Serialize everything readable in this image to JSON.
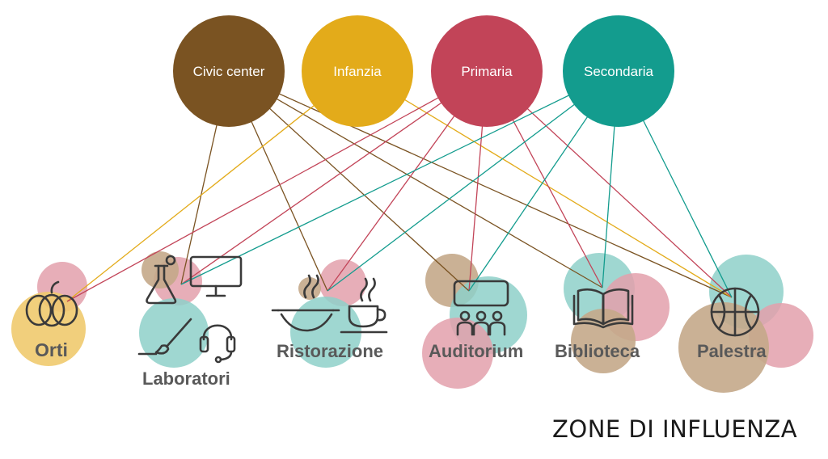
{
  "colors": {
    "civic": "#7a5322",
    "infanzia": "#e3ab1a",
    "primaria": "#c24458",
    "secondaria": "#139c8e",
    "pink_blob": "#e3a0ab",
    "teal_blob": "#8ed0c9",
    "tan_blob": "#c4a98a",
    "yellow_blob": "#efca6e",
    "label_gray": "#595959",
    "icon_stroke": "#3a3a3a"
  },
  "hubs": [
    {
      "id": "civic",
      "label": "Civic center"
    },
    {
      "id": "infanzia",
      "label": "Infanzia"
    },
    {
      "id": "primaria",
      "label": "Primaria"
    },
    {
      "id": "secondaria",
      "label": "Secondaria"
    }
  ],
  "zones": [
    {
      "id": "orti",
      "label": "Orti",
      "icon": "pumpkin-icon"
    },
    {
      "id": "laboratori",
      "label": "Laboratori",
      "icon": "lab-flask-icon"
    },
    {
      "id": "ristorazione",
      "label": "Ristorazione",
      "icon": "food-bowl-icon"
    },
    {
      "id": "auditorium",
      "label": "Auditorium",
      "icon": "audience-icon"
    },
    {
      "id": "biblioteca",
      "label": "Biblioteca",
      "icon": "open-book-icon"
    },
    {
      "id": "palestra",
      "label": "Palestra",
      "icon": "basketball-icon"
    }
  ],
  "links": [
    {
      "from": "civic",
      "to": "laboratori"
    },
    {
      "from": "civic",
      "to": "ristorazione"
    },
    {
      "from": "civic",
      "to": "auditorium"
    },
    {
      "from": "civic",
      "to": "biblioteca"
    },
    {
      "from": "civic",
      "to": "palestra"
    },
    {
      "from": "infanzia",
      "to": "orti"
    },
    {
      "from": "infanzia",
      "to": "palestra"
    },
    {
      "from": "primaria",
      "to": "orti"
    },
    {
      "from": "primaria",
      "to": "laboratori"
    },
    {
      "from": "primaria",
      "to": "ristorazione"
    },
    {
      "from": "primaria",
      "to": "auditorium"
    },
    {
      "from": "primaria",
      "to": "biblioteca"
    },
    {
      "from": "primaria",
      "to": "palestra"
    },
    {
      "from": "secondaria",
      "to": "laboratori"
    },
    {
      "from": "secondaria",
      "to": "ristorazione"
    },
    {
      "from": "secondaria",
      "to": "auditorium"
    },
    {
      "from": "secondaria",
      "to": "biblioteca"
    },
    {
      "from": "secondaria",
      "to": "palestra"
    }
  ],
  "caption": "ZONE DI INFLUENZA"
}
